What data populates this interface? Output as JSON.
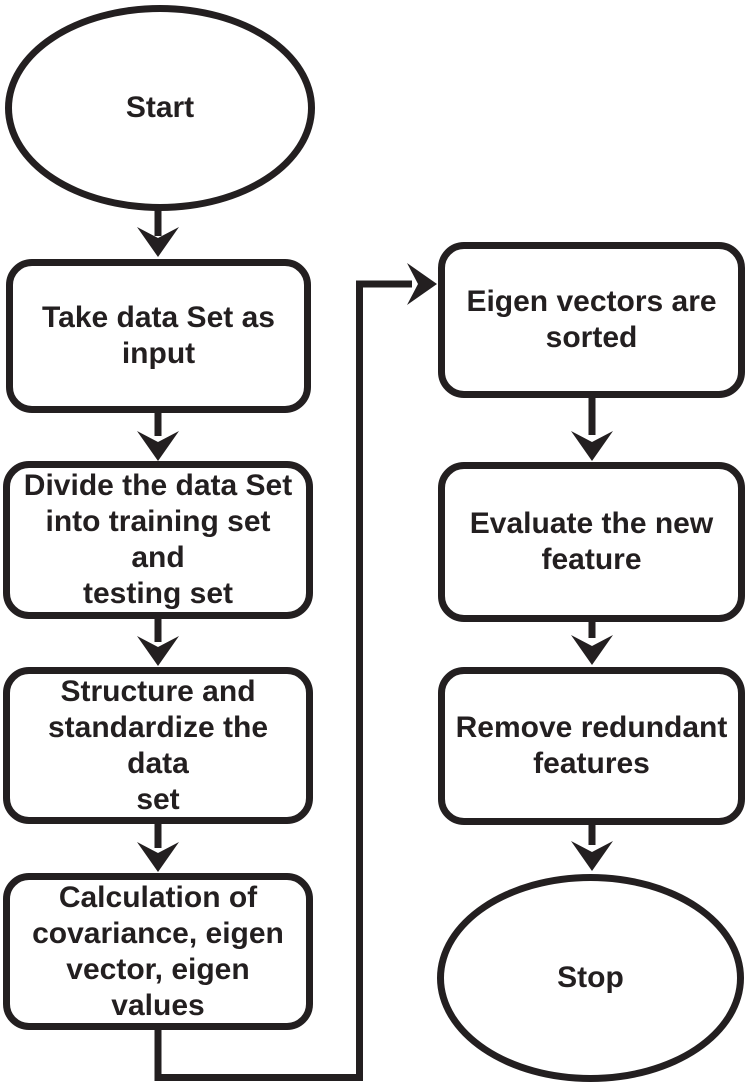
{
  "figure": {
    "type": "flowchart",
    "background_color": "#ffffff",
    "stroke_color": "#231f20",
    "text_color": "#231f20"
  },
  "nodes": [
    {
      "id": "start",
      "shape": "ellipse",
      "label": "Start"
    },
    {
      "id": "take-data-set",
      "shape": "process",
      "label": "Take data Set as\ninput"
    },
    {
      "id": "divide-data-set",
      "shape": "process",
      "label": "Divide the data Set\ninto training set and\ntesting set"
    },
    {
      "id": "structure-standardize",
      "shape": "process",
      "label": "Structure and\nstandardize the data\nset"
    },
    {
      "id": "calculation",
      "shape": "process",
      "label": "Calculation of\ncovariance, eigen\nvector, eigen values"
    },
    {
      "id": "eigen-vectors-sorted",
      "shape": "process",
      "label": "Eigen vectors are\nsorted"
    },
    {
      "id": "evaluate-new-feature",
      "shape": "process",
      "label": "Evaluate the new\nfeature"
    },
    {
      "id": "remove-redundant-features",
      "shape": "process",
      "label": "Remove redundant\nfeatures"
    },
    {
      "id": "stop",
      "shape": "ellipse",
      "label": "Stop"
    }
  ],
  "edges": [
    {
      "from": "start",
      "to": "take-data-set"
    },
    {
      "from": "take-data-set",
      "to": "divide-data-set"
    },
    {
      "from": "divide-data-set",
      "to": "structure-standardize"
    },
    {
      "from": "structure-standardize",
      "to": "calculation"
    },
    {
      "from": "calculation",
      "to": "eigen-vectors-sorted"
    },
    {
      "from": "eigen-vectors-sorted",
      "to": "evaluate-new-feature"
    },
    {
      "from": "evaluate-new-feature",
      "to": "remove-redundant-features"
    },
    {
      "from": "remove-redundant-features",
      "to": "stop"
    }
  ]
}
